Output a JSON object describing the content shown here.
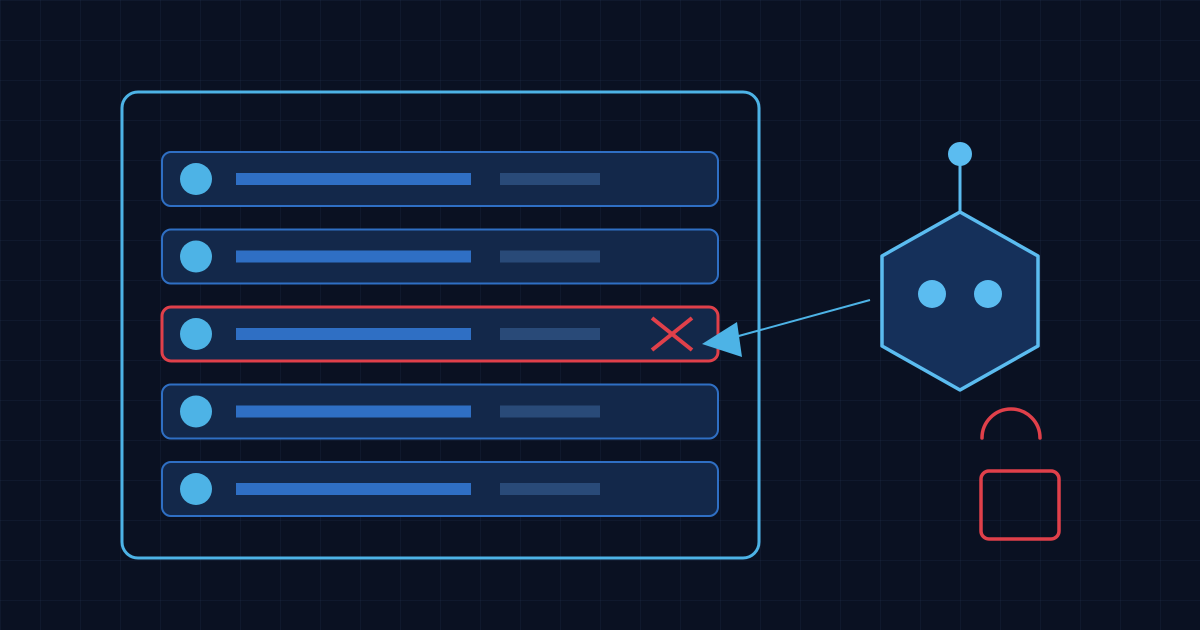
{
  "colors": {
    "background": "#0a1122",
    "grid": "#1a2740",
    "frame": "#4db3e6",
    "row_fill": "#13284a",
    "row_border": "#2f6fc4",
    "row_dot": "#4db3e6",
    "row_bar_primary": "#2f6fc4",
    "row_bar_secondary": "#294a78",
    "alert": "#e0404a",
    "robot_stroke": "#5bbcf0",
    "robot_fill": "#15305a",
    "robot_eye": "#5bbcf0",
    "pointer": "#4db3e6"
  },
  "list": {
    "rows": [
      {
        "state": "normal"
      },
      {
        "state": "normal"
      },
      {
        "state": "flagged",
        "icon": "close-icon"
      },
      {
        "state": "normal"
      },
      {
        "state": "normal"
      }
    ]
  },
  "robot": {
    "icon": "robot-icon",
    "eyes": 2
  },
  "lock": {
    "icon": "unlocked-padlock-icon",
    "state": "unlocked"
  },
  "pointer": {
    "icon": "arrow-icon",
    "target_row": 3
  }
}
